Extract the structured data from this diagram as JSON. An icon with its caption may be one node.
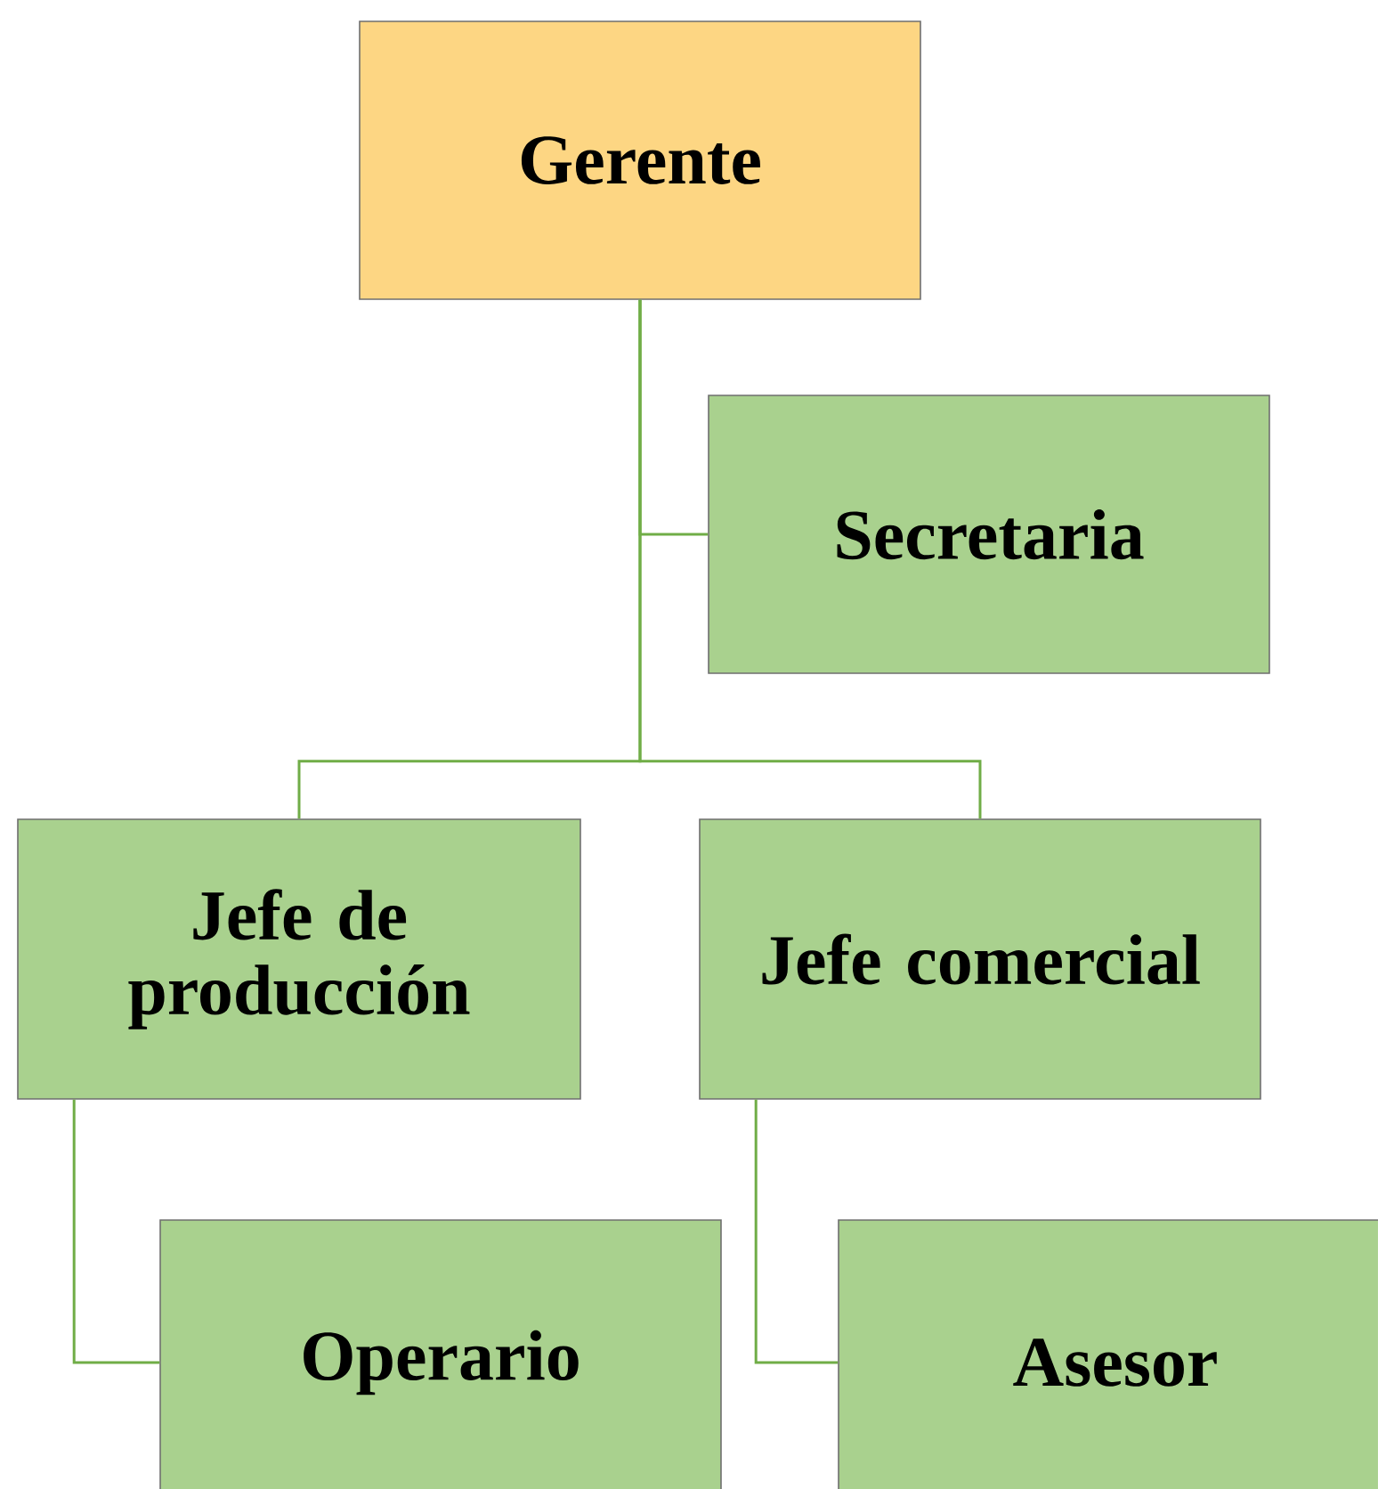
{
  "diagram": {
    "nodes": [
      {
        "text": [
          "Gerente"
        ]
      },
      {
        "text": [
          "Secretaria"
        ]
      },
      {
        "text": [
          "Jefe de producción"
        ]
      },
      {
        "text": [
          "Jefe comercial"
        ]
      },
      {
        "text": [
          "Operario"
        ]
      },
      {
        "text": [
          "Asesor"
        ]
      }
    ],
    "edges": [
      {
        "from": 0,
        "to": 1,
        "arrow": "none"
      },
      {
        "from": 0,
        "to": 2,
        "arrow": "none"
      },
      {
        "from": 0,
        "to": 3,
        "arrow": "none"
      },
      {
        "from": 2,
        "to": 4,
        "arrow": "none"
      },
      {
        "from": 3,
        "to": 5,
        "arrow": "none"
      }
    ]
  }
}
